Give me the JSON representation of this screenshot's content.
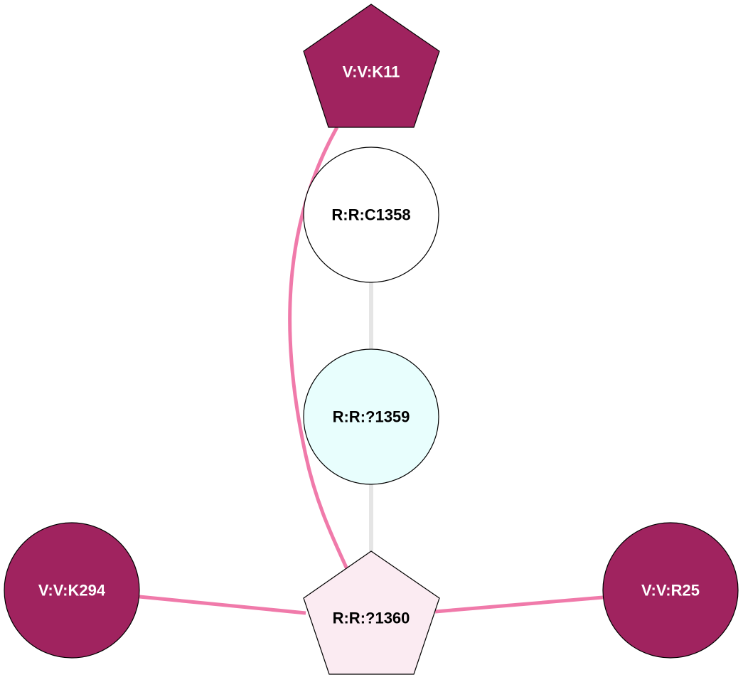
{
  "colors": {
    "dark_node": "#a0235f",
    "light_pink_node": "#fbebf2",
    "light_cyan_node": "#e8fefd",
    "white_node": "#ffffff",
    "pink_edge": "#f07aaa",
    "gray_edge": "#e5e5e5"
  },
  "nodes": [
    {
      "id": "k11",
      "label": "V:V:K11",
      "shape": "pentagon"
    },
    {
      "id": "c1358",
      "label": "R:R:C1358",
      "shape": "circle"
    },
    {
      "id": "q1359",
      "label": "R:R:?1359",
      "shape": "circle"
    },
    {
      "id": "q1360",
      "label": "R:R:?1360",
      "shape": "pentagon"
    },
    {
      "id": "k294",
      "label": "V:V:K294",
      "shape": "circle"
    },
    {
      "id": "r25",
      "label": "V:V:R25",
      "shape": "circle"
    }
  ],
  "edges": [
    {
      "from": "c1358",
      "to": "q1359",
      "type": "gray"
    },
    {
      "from": "q1359",
      "to": "q1360",
      "type": "gray"
    },
    {
      "from": "k11",
      "to": "q1360",
      "type": "pink"
    },
    {
      "from": "k294",
      "to": "q1360",
      "type": "pink"
    },
    {
      "from": "r25",
      "to": "q1360",
      "type": "pink"
    }
  ]
}
